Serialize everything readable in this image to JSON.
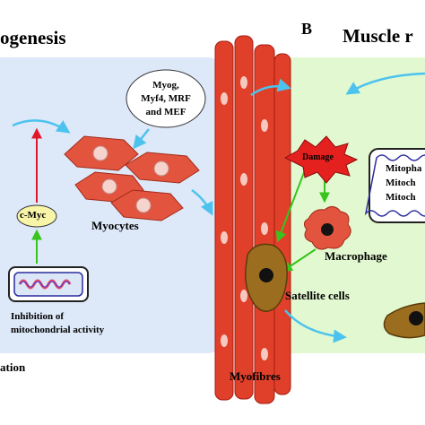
{
  "left_panel": {
    "title": "ogenesis",
    "factors": [
      "Myog,",
      "Myf4, MRF",
      "and MEF"
    ],
    "myc_label": "c-Myc",
    "myocytes_label": "Myocytes",
    "inhibition_label": [
      "Inhibition of",
      "mitochondrial activity"
    ],
    "bottom_label": "ation"
  },
  "center": {
    "myofibres_label": "Myofibres"
  },
  "right_panel": {
    "panel_letter": "B",
    "title": "Muscle r",
    "damage_label": "Damage",
    "macrophage_label": "Macrophage",
    "satellite_label": "Satellite cells",
    "mito_box_lines": [
      "Mitopha",
      "Mitoch",
      "Mitoch"
    ]
  },
  "colors": {
    "left_bg": "#dde8f8",
    "right_bg": "#e2f8d0",
    "fibre": "#e0402a",
    "myocyte": "#e2543e",
    "damage": "#e5211f",
    "satellite": "#9b6d1f",
    "macrophage": "#e2543e",
    "arrow_blue": "#4cc3ee",
    "arrow_green": "#36c51c",
    "arrow_red": "#e0182c",
    "myc_fill": "#f8f4a8"
  }
}
